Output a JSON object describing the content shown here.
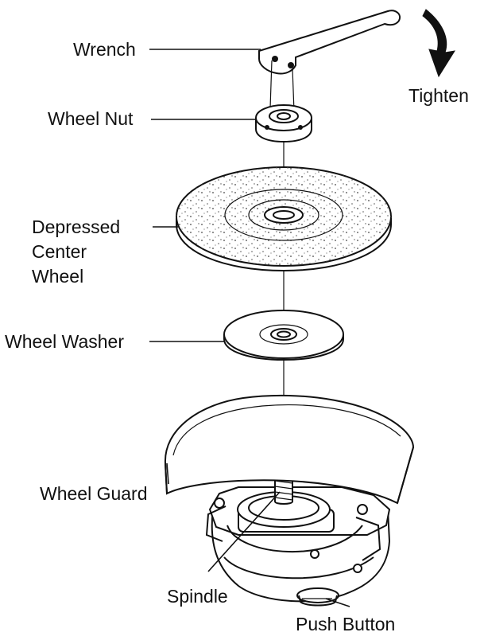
{
  "labels": {
    "wrench": "Wrench",
    "wheel_nut": "Wheel Nut",
    "depressed_center_wheel_line1": "Depressed",
    "depressed_center_wheel_line2": "Center",
    "depressed_center_wheel_line3": "Wheel",
    "wheel_washer": "Wheel Washer",
    "wheel_guard": "Wheel Guard",
    "spindle": "Spindle",
    "push_button": "Push Button",
    "tighten": "Tighten"
  },
  "icons": {
    "rotation_arrow": "tighten-arrow-icon"
  },
  "colors": {
    "ink": "#111111",
    "background": "#ffffff"
  }
}
